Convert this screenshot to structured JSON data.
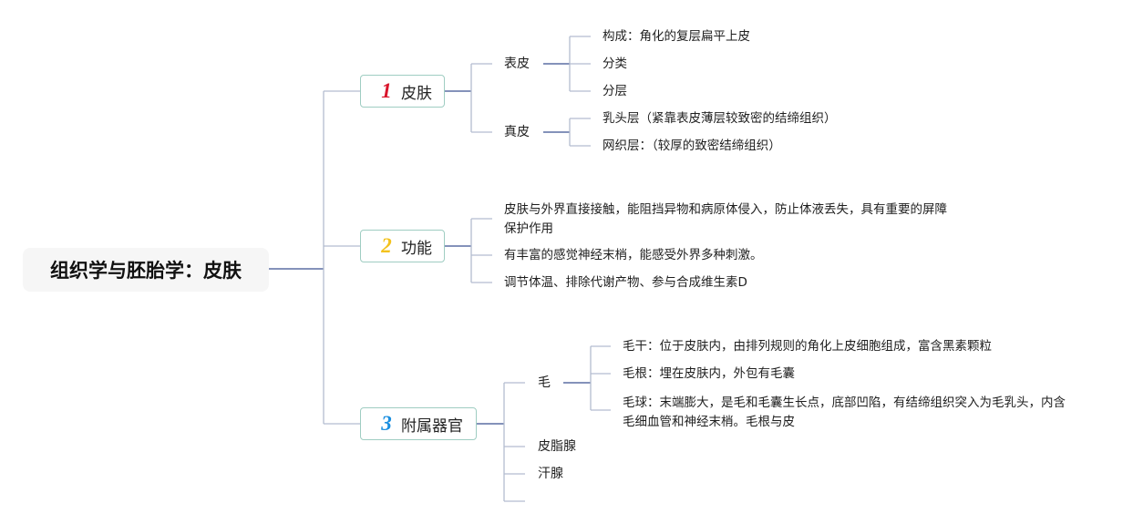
{
  "root": {
    "title": "组织学与胚胎学：皮肤"
  },
  "branches": [
    {
      "number": "1",
      "number_color": "#d9142b",
      "label": "皮肤",
      "children": [
        {
          "label": "表皮",
          "items": [
            "构成：角化的复层扁平上皮",
            "分类",
            "分层"
          ]
        },
        {
          "label": "真皮",
          "items": [
            "乳头层（紧靠表皮薄层较致密的结缔组织）",
            "网织层：（较厚的致密结缔组织）"
          ]
        }
      ]
    },
    {
      "number": "2",
      "number_color": "#f3c21d",
      "label": "功能",
      "items": [
        "皮肤与外界直接接触，能阻挡异物和病原体侵入，防止体液丢失，具有重要的屏障保护作用",
        "有丰富的感觉神经末梢，能感受外界多种刺激。",
        "调节体温、排除代谢产物、参与合成维生素D"
      ]
    },
    {
      "number": "3",
      "number_color": "#1b8fe0",
      "label": "附属器官",
      "children": [
        {
          "label": "毛",
          "items": [
            "毛干：位于皮肤内，由排列规则的角化上皮细胞组成，富含黑素颗粒",
            "毛根：埋在皮肤内，外包有毛囊",
            "毛球：末端膨大，是毛和毛囊生长点，底部凹陷，有结缔组织突入为毛乳头，内含毛细血管和神经末梢。毛根与皮"
          ]
        },
        {
          "label": "皮脂腺"
        },
        {
          "label": "汗腺"
        },
        {
          "label": ""
        }
      ]
    }
  ],
  "colors": {
    "connector": "#b3bcd0",
    "connector_dark": "#5b6ea3",
    "branch_border": "#9fcdc2"
  }
}
